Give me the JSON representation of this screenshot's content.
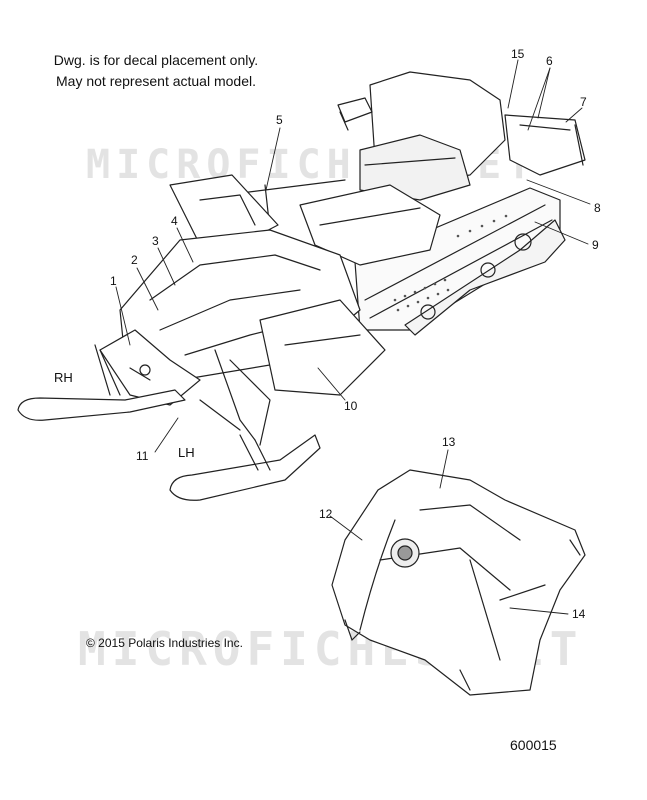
{
  "note": {
    "line1": "Dwg. is for decal placement only.",
    "line2": "May not represent actual model."
  },
  "watermark": "MICROFICHES.NET",
  "side_labels": {
    "rh": "RH",
    "lh": "LH"
  },
  "copyright": "© 2015 Polaris Industries Inc.",
  "drawing_number": "600015",
  "callouts": [
    "1",
    "2",
    "3",
    "4",
    "5",
    "6",
    "7",
    "8",
    "9",
    "10",
    "11",
    "12",
    "13",
    "14",
    "15"
  ]
}
